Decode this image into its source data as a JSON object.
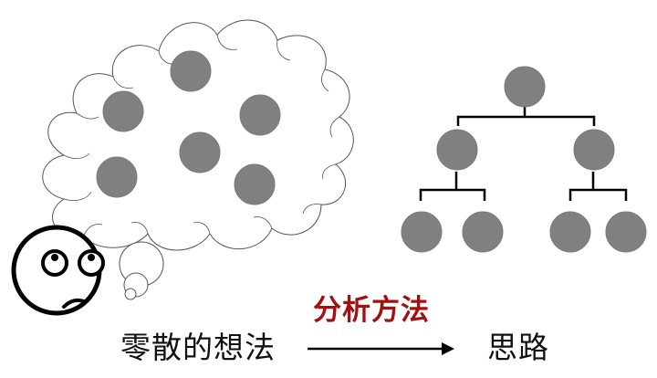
{
  "labels": {
    "scattered_ideas": "零散的想法",
    "analysis_method": "分析方法",
    "train_of_thought": "思路"
  },
  "colors": {
    "node_fill": "#808080",
    "line": "#000000",
    "method_text": "#a50f0f",
    "cloud_stroke": "#555555"
  },
  "scattered_idea_count": 6,
  "hierarchy": {
    "levels": 3,
    "root": 1,
    "children": 2,
    "grandchildren_per_child": 2
  }
}
